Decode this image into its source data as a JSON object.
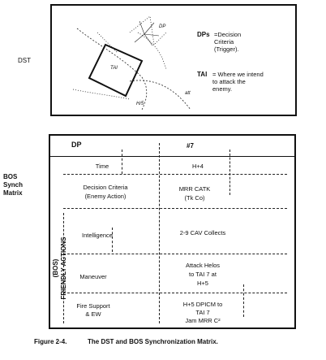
{
  "dst": {
    "label": "DST",
    "tai_label": "TAI",
    "dp_label": "DP",
    "callout_a": "H/5",
    "callout_b": "att",
    "legend_dp_key": "DPs",
    "legend_dp_def": "=Decision\nCriteria\n(Trigger).",
    "legend_tai_key": "TAI",
    "legend_tai_def": "= Where we intend\nto attack the\nenemy."
  },
  "matrix": {
    "side_label": "BOS\nSynch\nMatrix",
    "header_dp": "DP",
    "header_num": "#7",
    "vertical_label": "(BOS)\nFRIENDLY ACTIONS",
    "rows": [
      {
        "label": "Time",
        "value": "H+4"
      },
      {
        "label": "Decision Criteria\n(Enemy Action)",
        "value": "MRR CATK\n(Tk Co)"
      },
      {
        "label": "Intelligence",
        "value": "2-9 CAV Collects"
      },
      {
        "label": "Maneuver",
        "value": "Attack Helos\nto TAI 7 at\nH+5"
      },
      {
        "label": "Fire Support\n& EW",
        "value": "H+5 DPICM to\nTAI 7\nJam MRR C²"
      }
    ]
  },
  "caption": {
    "figure": "Figure 2-4.",
    "title": "The DST and BOS Synchronization Matrix."
  }
}
